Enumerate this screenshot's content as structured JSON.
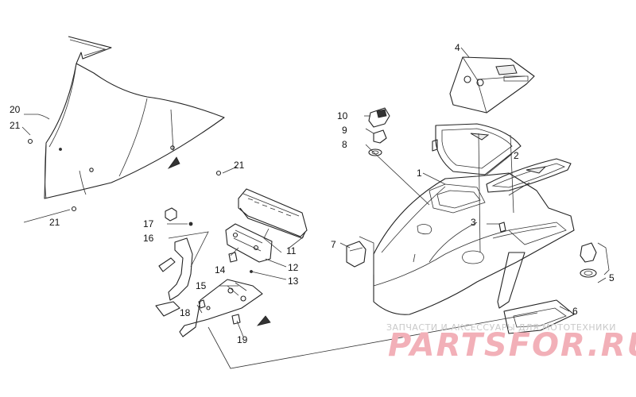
{
  "callouts": [
    {
      "id": "c1",
      "label": "1"
    },
    {
      "id": "c2",
      "label": "2"
    },
    {
      "id": "c3",
      "label": "3"
    },
    {
      "id": "c4",
      "label": "4"
    },
    {
      "id": "c5",
      "label": "5"
    },
    {
      "id": "c6",
      "label": "6"
    },
    {
      "id": "c7",
      "label": "7"
    },
    {
      "id": "c8",
      "label": "8"
    },
    {
      "id": "c9",
      "label": "9"
    },
    {
      "id": "c10",
      "label": "10"
    },
    {
      "id": "c11",
      "label": "11"
    },
    {
      "id": "c12",
      "label": "12"
    },
    {
      "id": "c13",
      "label": "13"
    },
    {
      "id": "c14",
      "label": "14"
    },
    {
      "id": "c15",
      "label": "15"
    },
    {
      "id": "c16",
      "label": "16"
    },
    {
      "id": "c17",
      "label": "17"
    },
    {
      "id": "c18",
      "label": "18"
    },
    {
      "id": "c19",
      "label": "19"
    },
    {
      "id": "c20",
      "label": "20"
    },
    {
      "id": "c21a",
      "label": "21"
    },
    {
      "id": "c21b",
      "label": "21"
    },
    {
      "id": "c21c",
      "label": "21"
    }
  ],
  "watermark": {
    "tagline": "ЗАПЧАСТИ И АКСЕССУАРЫ ДЛЯ МОТОТЕХНИКИ",
    "brand": "PARTSFOR.RU"
  }
}
